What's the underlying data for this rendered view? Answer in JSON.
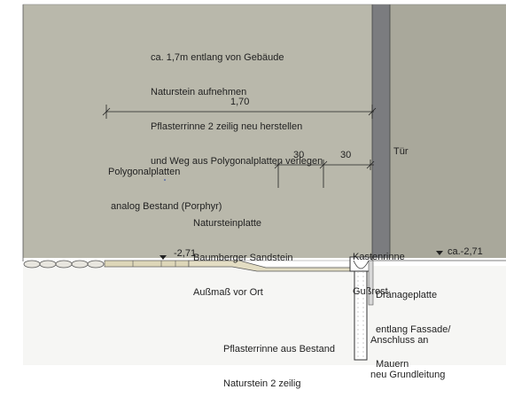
{
  "labels": {
    "top_note_1": "ca. 1,7m entlang von Gebäude",
    "top_note_2": "Naturstein aufnehmen",
    "top_note_3": "Pflasterrinne 2 zeilig neu herstellen",
    "top_note_4": "und Weg aus Polygonalplatten verlegen",
    "dim_170": "1,70",
    "polygonal_1": "Polygonalplatten",
    "polygonal_2": " analog Bestand (Porphyr)",
    "dim_30a": "30",
    "dim_30b": "30",
    "tuer": "Tür",
    "naturstein_1": "Natursteinplatte",
    "naturstein_2": "Baumberger Sandstein",
    "naturstein_3": "Außmaß vor Ort",
    "kastenrinne_1": "Kastenrinne",
    "kastenrinne_2": "Gußrost",
    "level_left": "-2,71",
    "level_right": "ca.-2,71",
    "draenage_1": "Dränageplatte",
    "draenage_2": "entlang Fassade/",
    "draenage_3": "Mauern",
    "anschluss_1": "Anschluss an",
    "anschluss_2": "neu Grundleitung",
    "pflaster_1": "Pflasterrinne aus Bestand",
    "pflaster_2": "Naturstein 2 zeilig"
  },
  "colors": {
    "wall": "#b9b8ab",
    "wall_dark": "#a9a89b",
    "door": "#7b7c7f",
    "ground": "#f1f1ef",
    "line": "#333333",
    "paving": "#ddd6b8"
  }
}
